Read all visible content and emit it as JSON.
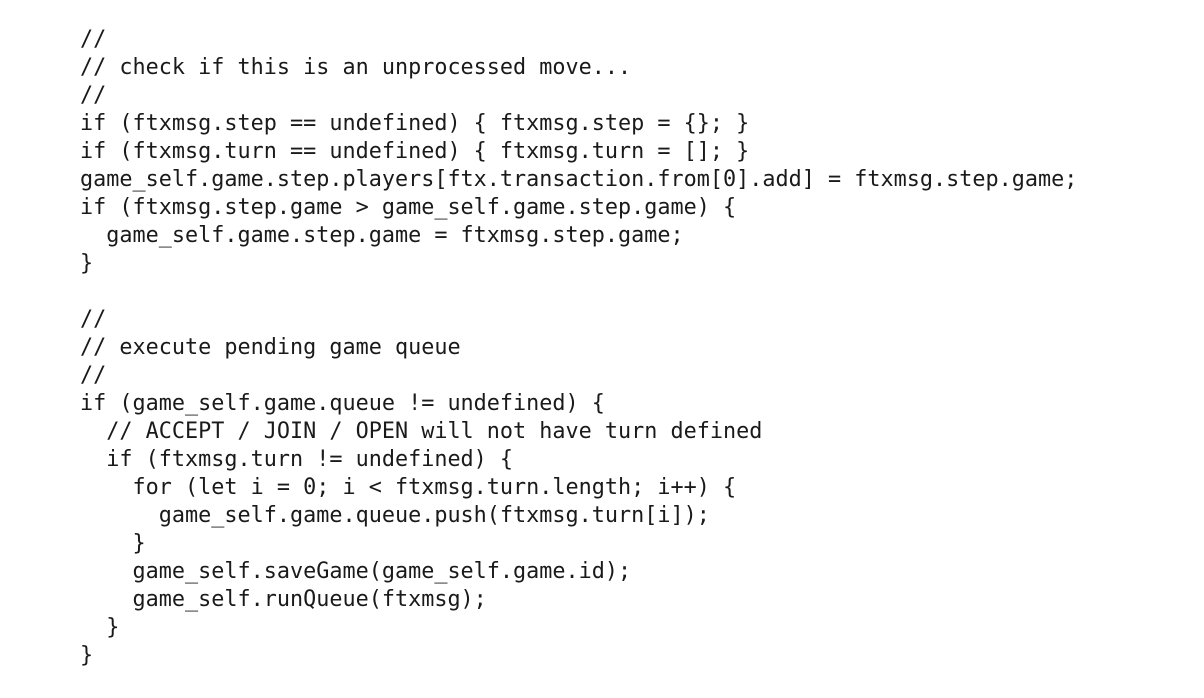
{
  "code": {
    "lines": [
      "//",
      "// check if this is an unprocessed move...",
      "//",
      "if (ftxmsg.step == undefined) { ftxmsg.step = {}; }",
      "if (ftxmsg.turn == undefined) { ftxmsg.turn = []; }",
      "game_self.game.step.players[ftx.transaction.from[0].add] = ftxmsg.step.game;",
      "if (ftxmsg.step.game > game_self.game.step.game) {",
      "  game_self.game.step.game = ftxmsg.step.game;",
      "}",
      "",
      "//",
      "// execute pending game queue",
      "//",
      "if (game_self.game.queue != undefined) {",
      "  // ACCEPT / JOIN / OPEN will not have turn defined",
      "  if (ftxmsg.turn != undefined) {",
      "    for (let i = 0; i < ftxmsg.turn.length; i++) {",
      "      game_self.game.queue.push(ftxmsg.turn[i]);",
      "    }",
      "    game_self.saveGame(game_self.game.id);",
      "    game_self.runQueue(ftxmsg);",
      "  }",
      "}"
    ]
  }
}
